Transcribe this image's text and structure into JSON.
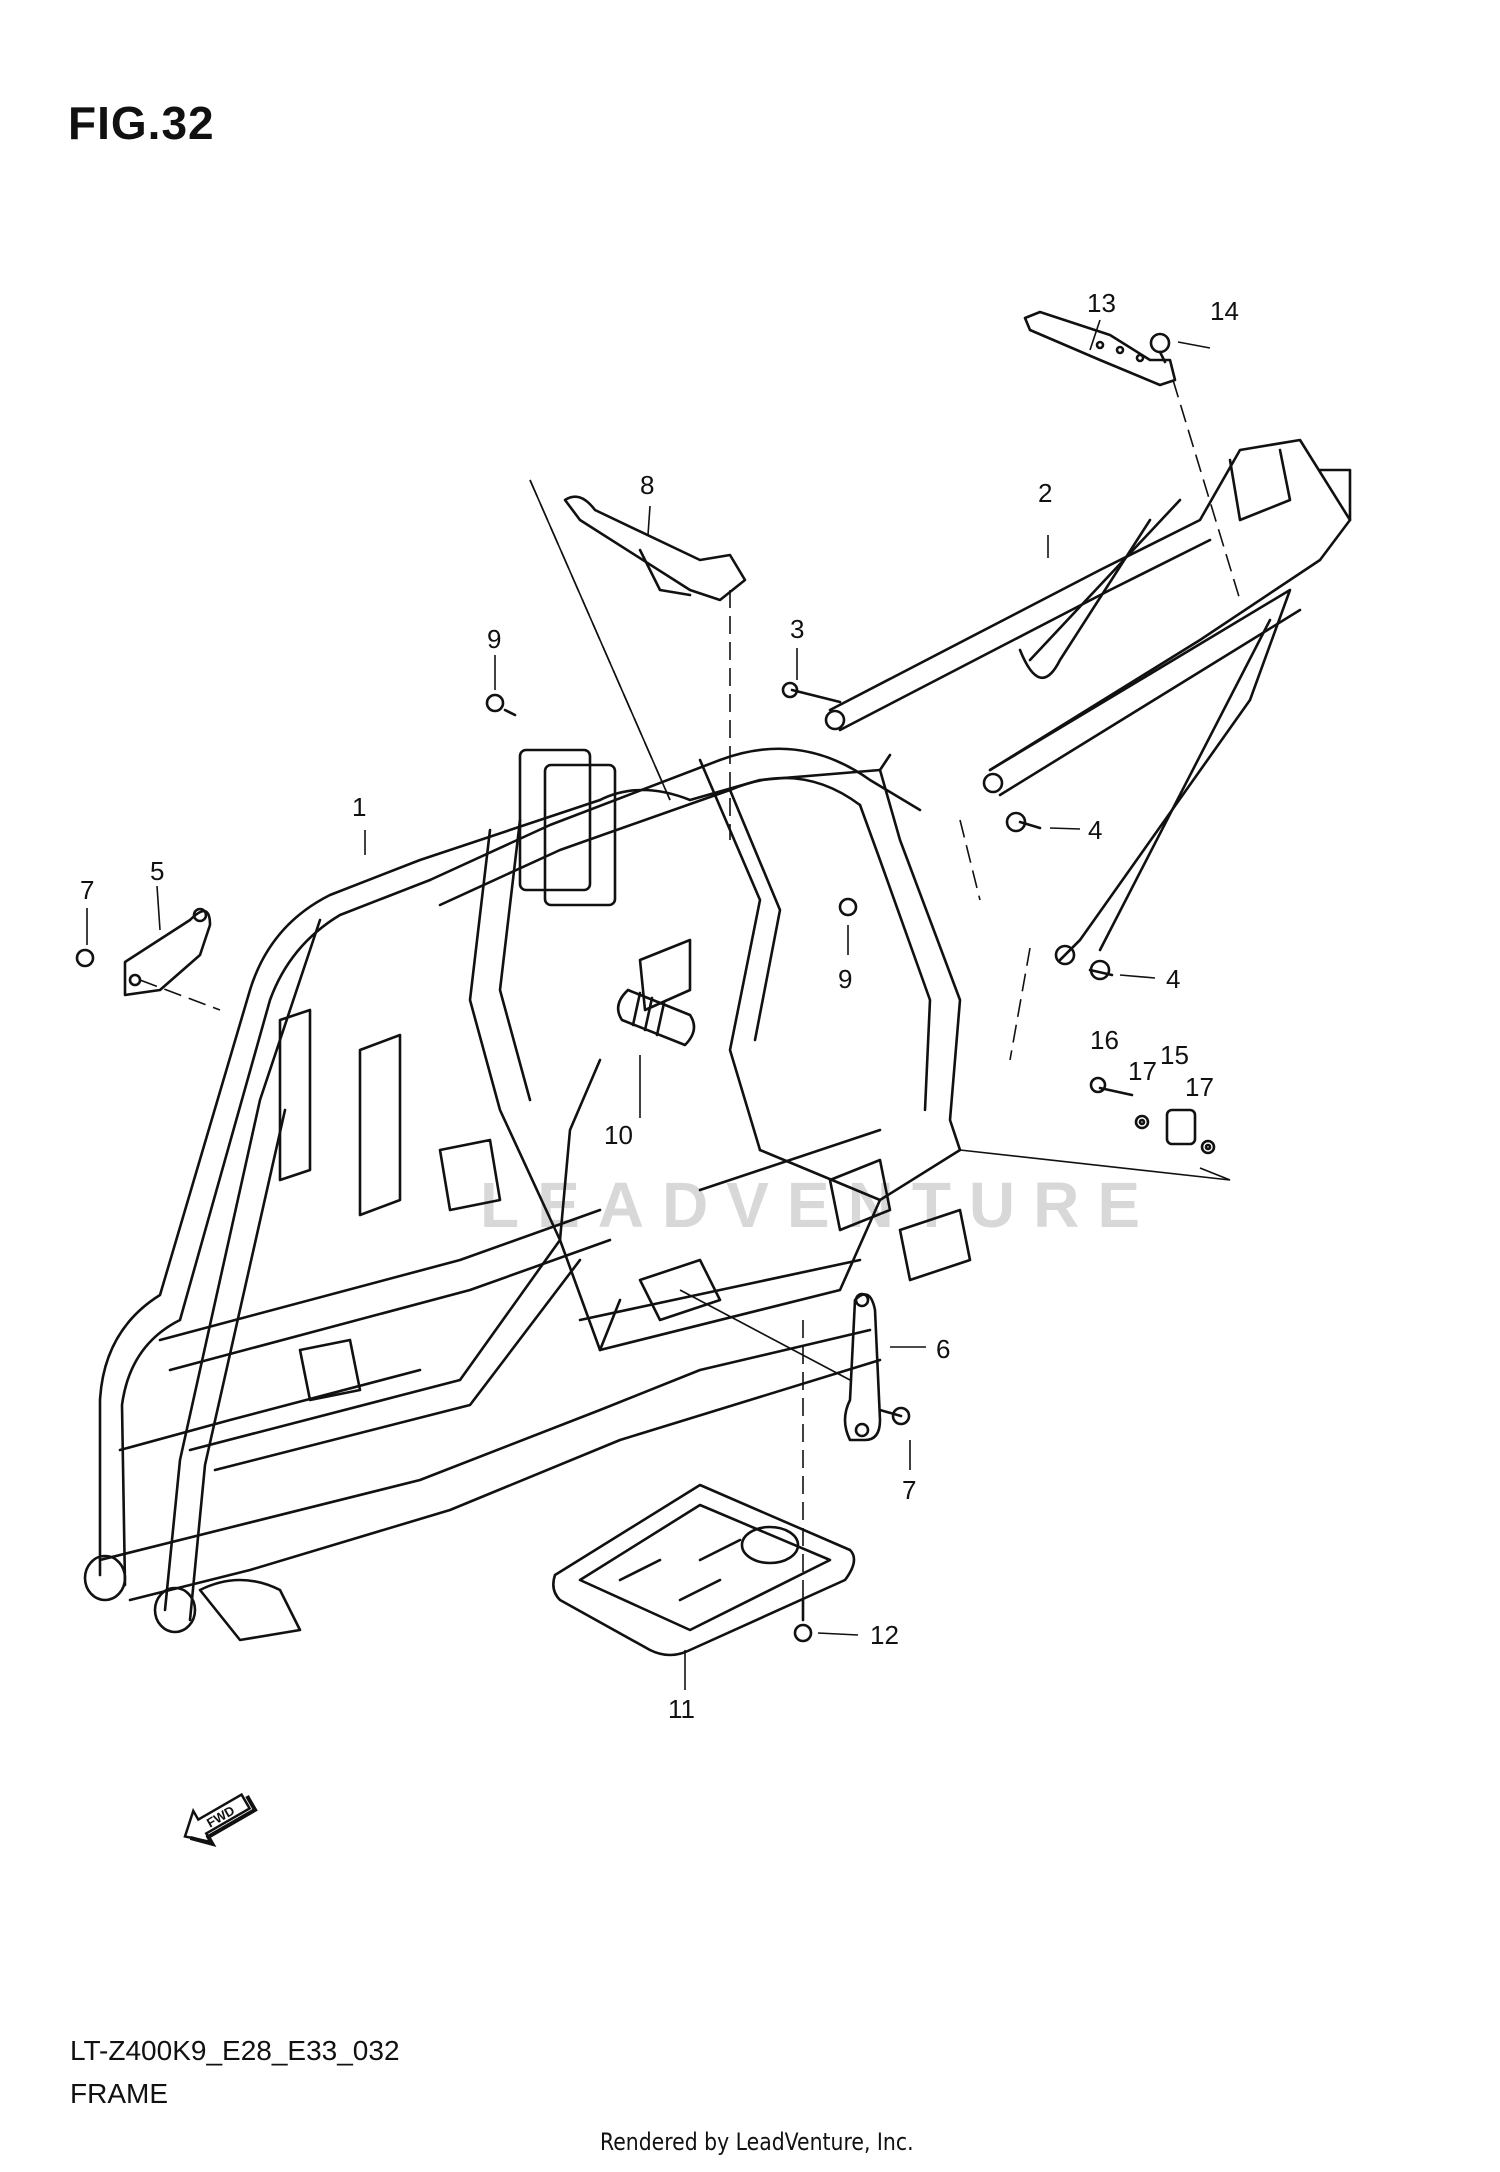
{
  "figure": {
    "title": "FIG.32"
  },
  "watermark": "LEADVENTURE",
  "callouts": [
    {
      "id": "c1",
      "label": "1"
    },
    {
      "id": "c2",
      "label": "2"
    },
    {
      "id": "c3",
      "label": "3"
    },
    {
      "id": "c4a",
      "label": "4"
    },
    {
      "id": "c4b",
      "label": "4"
    },
    {
      "id": "c5",
      "label": "5"
    },
    {
      "id": "c6",
      "label": "6"
    },
    {
      "id": "c7a",
      "label": "7"
    },
    {
      "id": "c7b",
      "label": "7"
    },
    {
      "id": "c8",
      "label": "8"
    },
    {
      "id": "c9a",
      "label": "9"
    },
    {
      "id": "c9b",
      "label": "9"
    },
    {
      "id": "c10",
      "label": "10"
    },
    {
      "id": "c11",
      "label": "11"
    },
    {
      "id": "c12",
      "label": "12"
    },
    {
      "id": "c13",
      "label": "13"
    },
    {
      "id": "c14",
      "label": "14"
    },
    {
      "id": "c15",
      "label": "15"
    },
    {
      "id": "c16",
      "label": "16"
    },
    {
      "id": "c17a",
      "label": "17"
    },
    {
      "id": "c17b",
      "label": "17"
    }
  ],
  "fwd_label": "FWD",
  "model_code": "LT-Z400K9_E28_E33_032",
  "model_name": "FRAME",
  "footer": "Rendered by LeadVenture, Inc."
}
